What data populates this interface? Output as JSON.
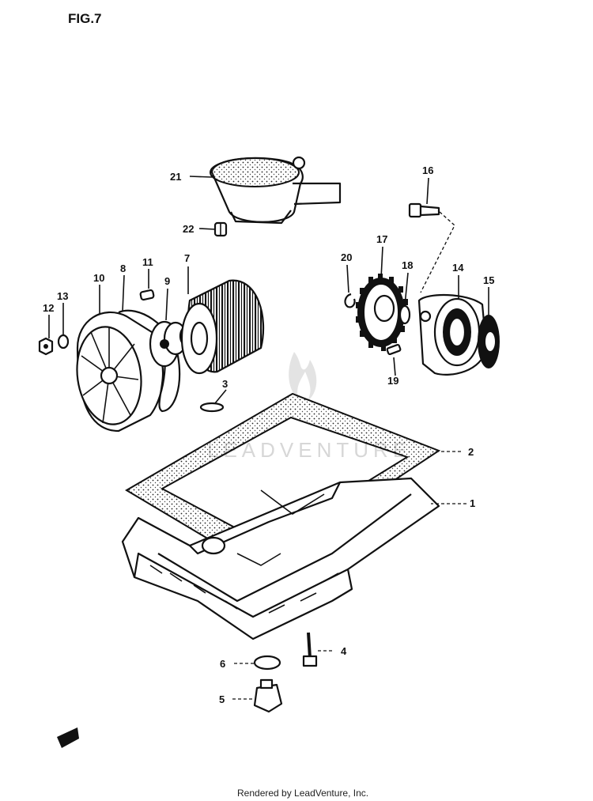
{
  "figure_title": "FIG.7",
  "footer": "Rendered by LeadVenture, Inc.",
  "watermark": "LEADVENTURE",
  "callouts": [
    {
      "id": "c1",
      "text": "1"
    },
    {
      "id": "c2",
      "text": "2"
    },
    {
      "id": "c3",
      "text": "3"
    },
    {
      "id": "c4",
      "text": "4"
    },
    {
      "id": "c5",
      "text": "5"
    },
    {
      "id": "c6",
      "text": "6"
    },
    {
      "id": "c7",
      "text": "7"
    },
    {
      "id": "c8",
      "text": "8"
    },
    {
      "id": "c9",
      "text": "9"
    },
    {
      "id": "c10",
      "text": "10"
    },
    {
      "id": "c11",
      "text": "11"
    },
    {
      "id": "c12",
      "text": "12"
    },
    {
      "id": "c13",
      "text": "13"
    },
    {
      "id": "c14",
      "text": "14"
    },
    {
      "id": "c15",
      "text": "15"
    },
    {
      "id": "c16",
      "text": "16"
    },
    {
      "id": "c17",
      "text": "17"
    },
    {
      "id": "c18",
      "text": "18"
    },
    {
      "id": "c19",
      "text": "19"
    },
    {
      "id": "c20",
      "text": "20"
    },
    {
      "id": "c21",
      "text": "21"
    },
    {
      "id": "c22",
      "text": "22"
    }
  ]
}
